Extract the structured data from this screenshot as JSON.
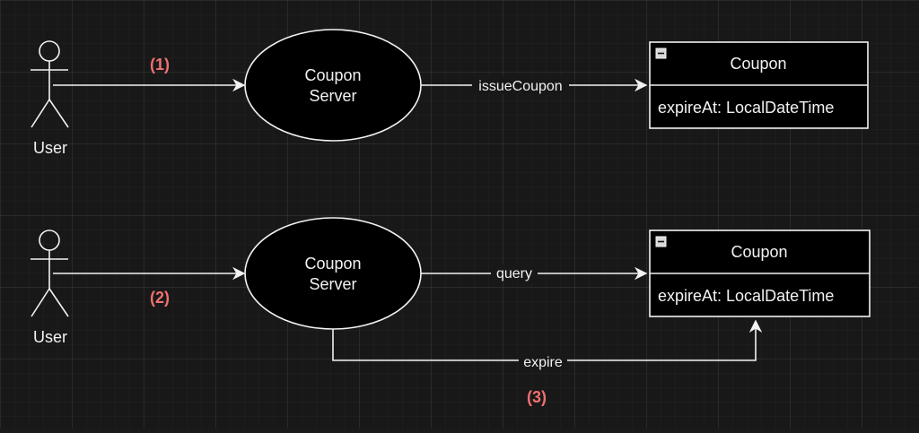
{
  "diagram": {
    "colors": {
      "background": "#181818",
      "line": "#f2f2f2",
      "step_label": "#f07070"
    },
    "row1": {
      "actor_label": "User",
      "step_label": "(1)",
      "server_line1": "Coupon",
      "server_line2": "Server",
      "edge_label": "issueCoupon",
      "class_title": "Coupon",
      "class_field": "expireAt: LocalDateTime"
    },
    "row2": {
      "actor_label": "User",
      "step_label": "(2)",
      "server_line1": "Coupon",
      "server_line2": "Server",
      "edge_label": "query",
      "class_title": "Coupon",
      "class_field": "expireAt: LocalDateTime",
      "expire_label": "expire",
      "expire_step_label": "(3)"
    }
  }
}
